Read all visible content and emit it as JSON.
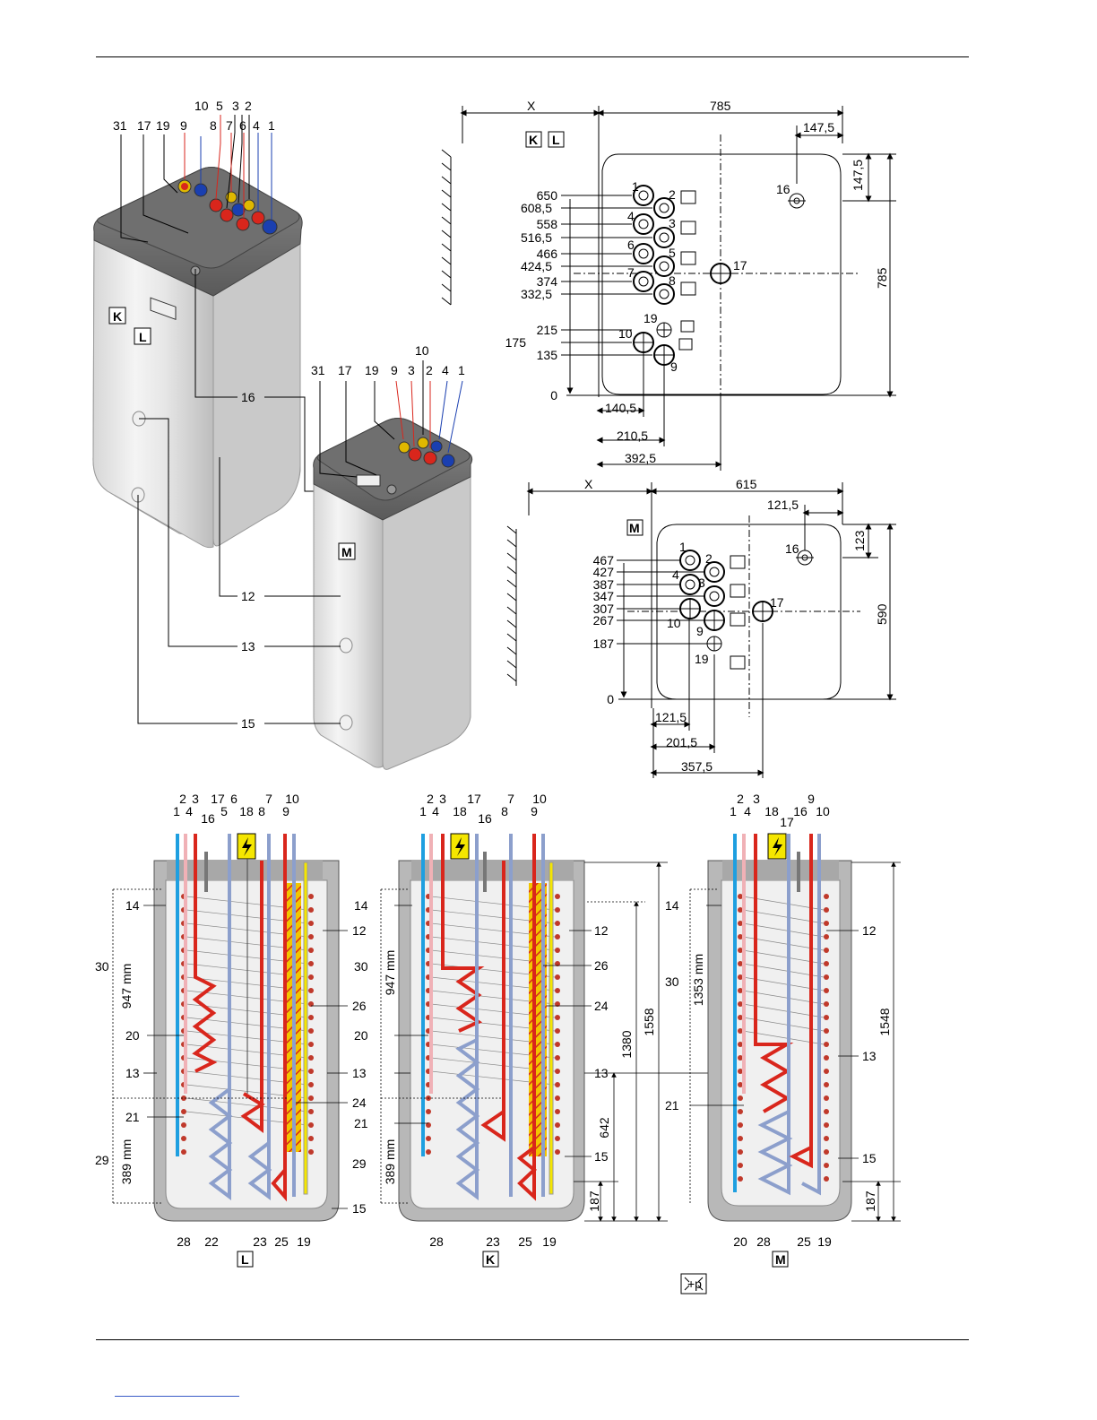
{
  "colors": {
    "hot": "#d9261c",
    "cold": "#1e9fe0",
    "return": "#8c9fcc",
    "pink": "#f0b1b6",
    "tank": "#b8b8b8",
    "lid": "#6a6a6a",
    "body": "#ececec",
    "bolt": "#f5e600"
  },
  "views": {
    "K": "K",
    "L": "L",
    "M": "M"
  },
  "icon_label": "+p",
  "iso_large": {
    "labels": {
      "n10": "10",
      "n5": "5",
      "n3": "3",
      "n2": "2",
      "n9": "9",
      "n8": "8",
      "n7": "7",
      "n6": "6",
      "n4": "4",
      "n1": "1",
      "n31": "31",
      "n17": "17",
      "n19": "19",
      "n16": "16"
    }
  },
  "iso_small": {
    "labels": {
      "n10": "10",
      "n31": "31",
      "n17": "17",
      "n19": "19",
      "n9": "9",
      "n3": "3",
      "n2": "2",
      "n4": "4",
      "n1": "1",
      "n12": "12",
      "n13": "13",
      "n15": "15"
    }
  },
  "top_view_KL": {
    "dim_x": "X",
    "dim_width": "785",
    "dim_147a": "147,5",
    "dim_147b": "147,5",
    "dim_height": "785",
    "heights": [
      "650",
      "608,5",
      "558",
      "516,5",
      "466",
      "424,5",
      "374",
      "332,5",
      "215",
      "175",
      "135",
      "0"
    ],
    "horiz": [
      "140,5",
      "210,5",
      "392,5"
    ],
    "ports": {
      "p1": "1",
      "p2": "2",
      "p3": "3",
      "p4": "4",
      "p5": "5",
      "p6": "6",
      "p7": "7",
      "p8": "8",
      "p9": "9",
      "p10": "10",
      "p16": "16",
      "p17": "17",
      "p19": "19"
    }
  },
  "top_view_M": {
    "dim_x": "X",
    "dim_width": "615",
    "dim_121": "121,5",
    "dim_123": "123",
    "dim_height": "590",
    "heights": [
      "467",
      "427",
      "387",
      "347",
      "307",
      "267",
      "187",
      "0"
    ],
    "horiz": [
      "121,5",
      "201,5",
      "357,5"
    ],
    "ports": {
      "p1": "1",
      "p2": "2",
      "p3": "3",
      "p4": "4",
      "p9": "9",
      "p10": "10",
      "p16": "16",
      "p17": "17",
      "p19": "19"
    }
  },
  "section_L": {
    "top": {
      "a": "2",
      "b": "3",
      "c": "17",
      "d": "6",
      "e": "7",
      "f": "10",
      "g": "1",
      "h": "4",
      "i": "16",
      "j": "5",
      "k": "18",
      "l": "8",
      "m": "9"
    },
    "side": {
      "s14": "14",
      "s12": "12",
      "s30": "30",
      "s947": "947 mm",
      "s26": "26",
      "s20": "20",
      "s13a": "13",
      "s13b": "13",
      "s24": "24",
      "s21": "21",
      "s29": "29",
      "s389": "389 mm",
      "s15": "15"
    },
    "bottom": {
      "b28": "28",
      "b22": "22",
      "b23": "23",
      "b25": "25",
      "b19": "19"
    },
    "tag": "L"
  },
  "section_K": {
    "top": {
      "a": "2",
      "b": "3",
      "c": "17",
      "d": "7",
      "e": "10",
      "f": "1",
      "g": "4",
      "h": "18",
      "i": "16",
      "j": "8",
      "k": "9"
    },
    "side": {
      "s14": "14",
      "s12": "12",
      "s30": "30",
      "s947": "947 mm",
      "s26": "26",
      "s24": "24",
      "s20": "20",
      "s13": "13",
      "s21": "21",
      "s15": "15",
      "s29": "29",
      "s389": "389 mm"
    },
    "dims": {
      "d1380": "1380",
      "d1558": "1558",
      "d642": "642",
      "d187": "187"
    },
    "bottom": {
      "b28": "28",
      "b23": "23",
      "b25": "25",
      "b19": "19"
    },
    "tag": "K"
  },
  "section_M": {
    "top": {
      "a": "2",
      "b": "3",
      "c": "9",
      "d": "1",
      "e": "4",
      "f": "18",
      "g": "17",
      "h": "16",
      "i": "10"
    },
    "side": {
      "s14": "14",
      "s12": "12",
      "s30": "30",
      "s1353": "1353 mm",
      "s13": "13",
      "s21": "21",
      "s15": "15"
    },
    "dims": {
      "d1548": "1548",
      "d187": "187"
    },
    "bottom": {
      "b20": "20",
      "b28": "28",
      "b25": "25",
      "b19": "19"
    },
    "tag": "M"
  }
}
